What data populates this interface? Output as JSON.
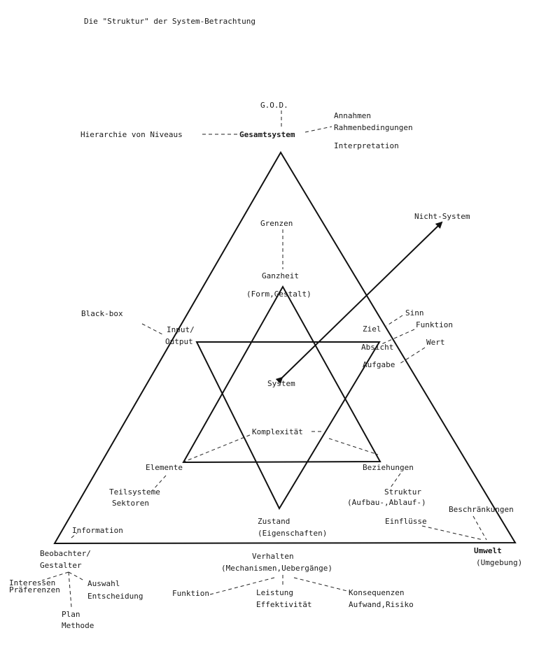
{
  "title": "Die \"Struktur\" der System-Betrachtung",
  "labels": {
    "god": "G.O.D.",
    "gesamtsystem": "Gesamtsystem",
    "hierarchie": "Hierarchie von Niveaus",
    "annahmen": "Annahmen",
    "rahmenbedingungen": "Rahmenbedingungen",
    "interpretation": "Interpretation",
    "grenzen": "Grenzen",
    "nicht_system": "Nicht-System",
    "ganzheit": "Ganzheit",
    "form_gestalt": "(Form,Gestalt)",
    "black_box": "Black-box",
    "input": "Input/",
    "output": "Output",
    "sinn": "Sinn",
    "ziel": "Ziel",
    "funktion_right": "Funktion",
    "absicht": "Absicht",
    "wert": "Wert",
    "aufgabe": "Aufgabe",
    "system": "System",
    "komplexitaet": "Komplexität",
    "elemente": "Elemente",
    "beziehungen": "Beziehungen",
    "teilsysteme": "Teilsysteme",
    "sektoren": "Sektoren",
    "struktur": "Struktur",
    "aufbau_ablauf": "(Aufbau-,Ablauf-)",
    "beschraenkungen": "Beschränkungen",
    "information": "Information",
    "zustand": "Zustand",
    "eigenschaften": "(Eigenschaften)",
    "einfluesse": "Einflüsse",
    "umwelt": "Umwelt",
    "umgebung": "(Umgebung)",
    "beobachter": "Beobachter/",
    "gestalter": "Gestalter",
    "verhalten": "Verhalten",
    "mechanismen": "(Mechanismen,Uebergänge)",
    "interessen": "Interessen",
    "praeferenzen": "Präferenzen",
    "auswahl": "Auswahl",
    "entscheidung": "Entscheidung",
    "funktion_bottom": "Funktion",
    "leistung": "Leistung",
    "effektivitaet": "Effektivität",
    "konsequenzen": "Konsequenzen",
    "aufwand_risiko": "Aufwand,Risiko",
    "plan": "Plan",
    "methode": "Methode"
  }
}
